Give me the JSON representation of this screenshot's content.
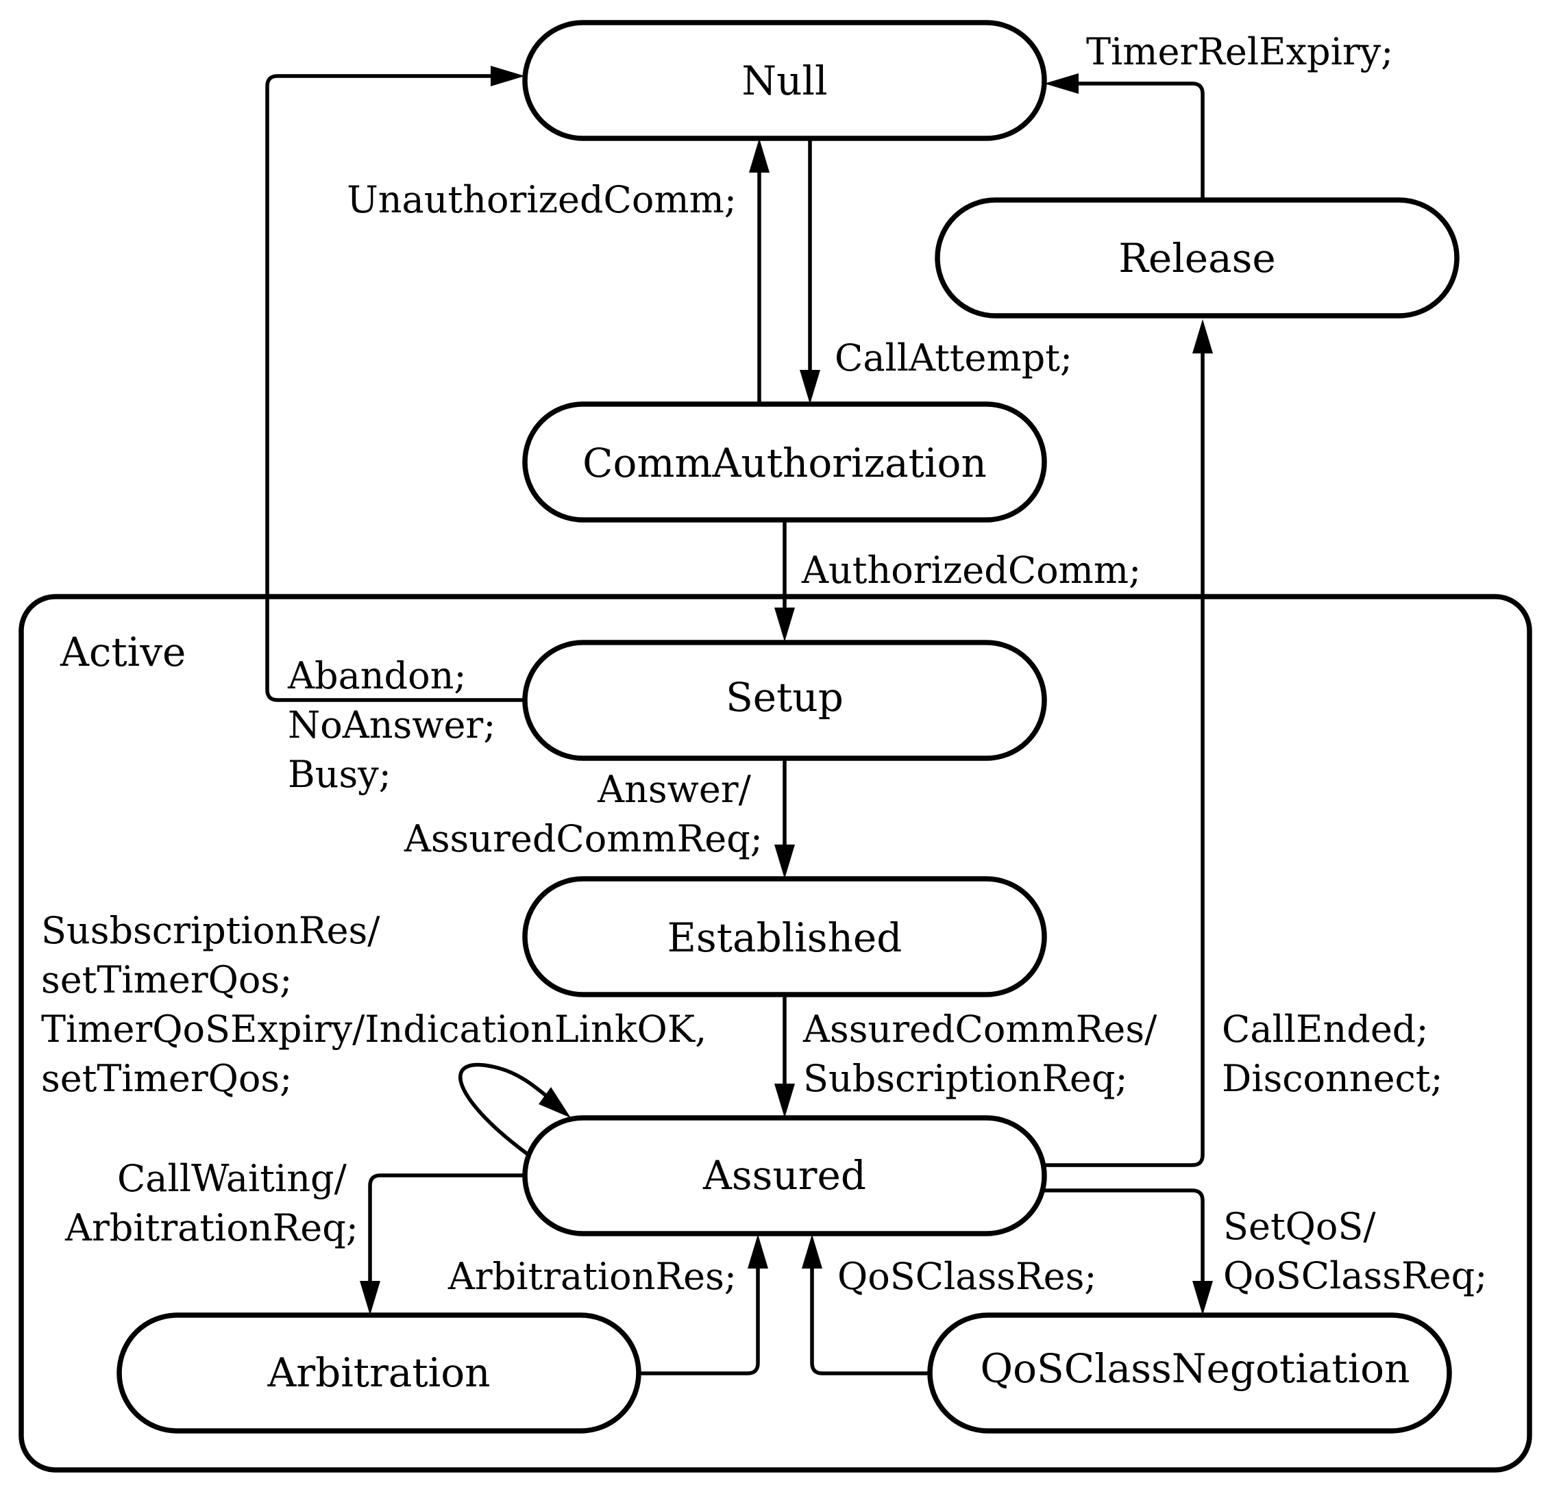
{
  "diagram": {
    "composite_state": {
      "label": "Active"
    },
    "states": {
      "null": "Null",
      "release": "Release",
      "comm_authorization": "CommAuthorization",
      "setup": "Setup",
      "established": "Established",
      "assured": "Assured",
      "arbitration": "Arbitration",
      "qos_class_negotiation": "QoSClassNegotiation"
    },
    "transitions": {
      "timer_rel_expiry": [
        "TimerRelExpiry;"
      ],
      "unauthorized_comm": [
        "UnauthorizedComm;"
      ],
      "call_attempt": [
        "CallAttempt;"
      ],
      "authorized_comm": [
        "AuthorizedComm;"
      ],
      "abandon_noanswer_busy": [
        "Abandon;",
        "NoAnswer;",
        "Busy;"
      ],
      "answer": [
        "Answer/",
        "AssuredCommReq;"
      ],
      "assured_comm_res": [
        "AssuredCommRes/",
        "SubscriptionReq;"
      ],
      "call_ended": [
        "CallEnded;",
        "Disconnect;"
      ],
      "self_loop": [
        "SusbscriptionRes/",
        "setTimerQos;",
        "TimerQoSExpiry/IndicationLinkOK,",
        "setTimerQos;"
      ],
      "call_waiting": [
        "CallWaiting/",
        "ArbitrationReq;"
      ],
      "arbitration_res": [
        "ArbitrationRes;"
      ],
      "qos_class_res": [
        "QoSClassRes;"
      ],
      "set_qos": [
        "SetQoS/",
        "QoSClassReq;"
      ]
    }
  }
}
